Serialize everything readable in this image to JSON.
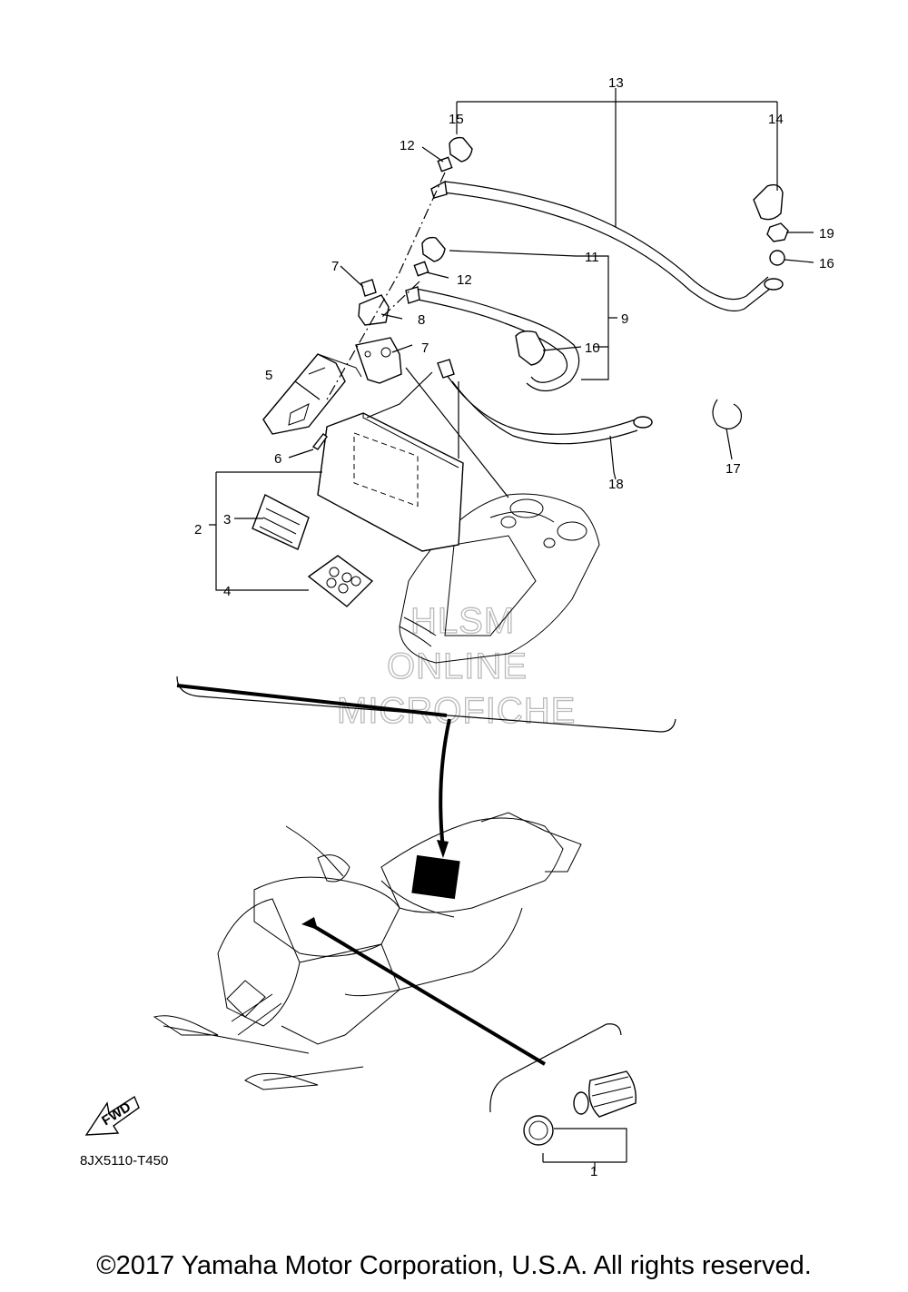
{
  "diagram": {
    "code": "8JX5110-T450",
    "copyright": "©2017 Yamaha Motor Corporation, U.S.A. All rights reserved.",
    "forward_arrow_label": "FWD",
    "watermark": [
      "HLSM",
      "ONLINE",
      "MICROFICHE"
    ],
    "callouts": {
      "c1": "1",
      "c2": "2",
      "c3": "3",
      "c4": "4",
      "c5": "5",
      "c6": "6",
      "c7a": "7",
      "c7b": "7",
      "c8": "8",
      "c9": "9",
      "c10": "10",
      "c11": "11",
      "c12a": "12",
      "c12b": "12",
      "c13": "13",
      "c14": "14",
      "c15": "15",
      "c16": "16",
      "c17": "17",
      "c18": "18",
      "c19": "19"
    }
  }
}
